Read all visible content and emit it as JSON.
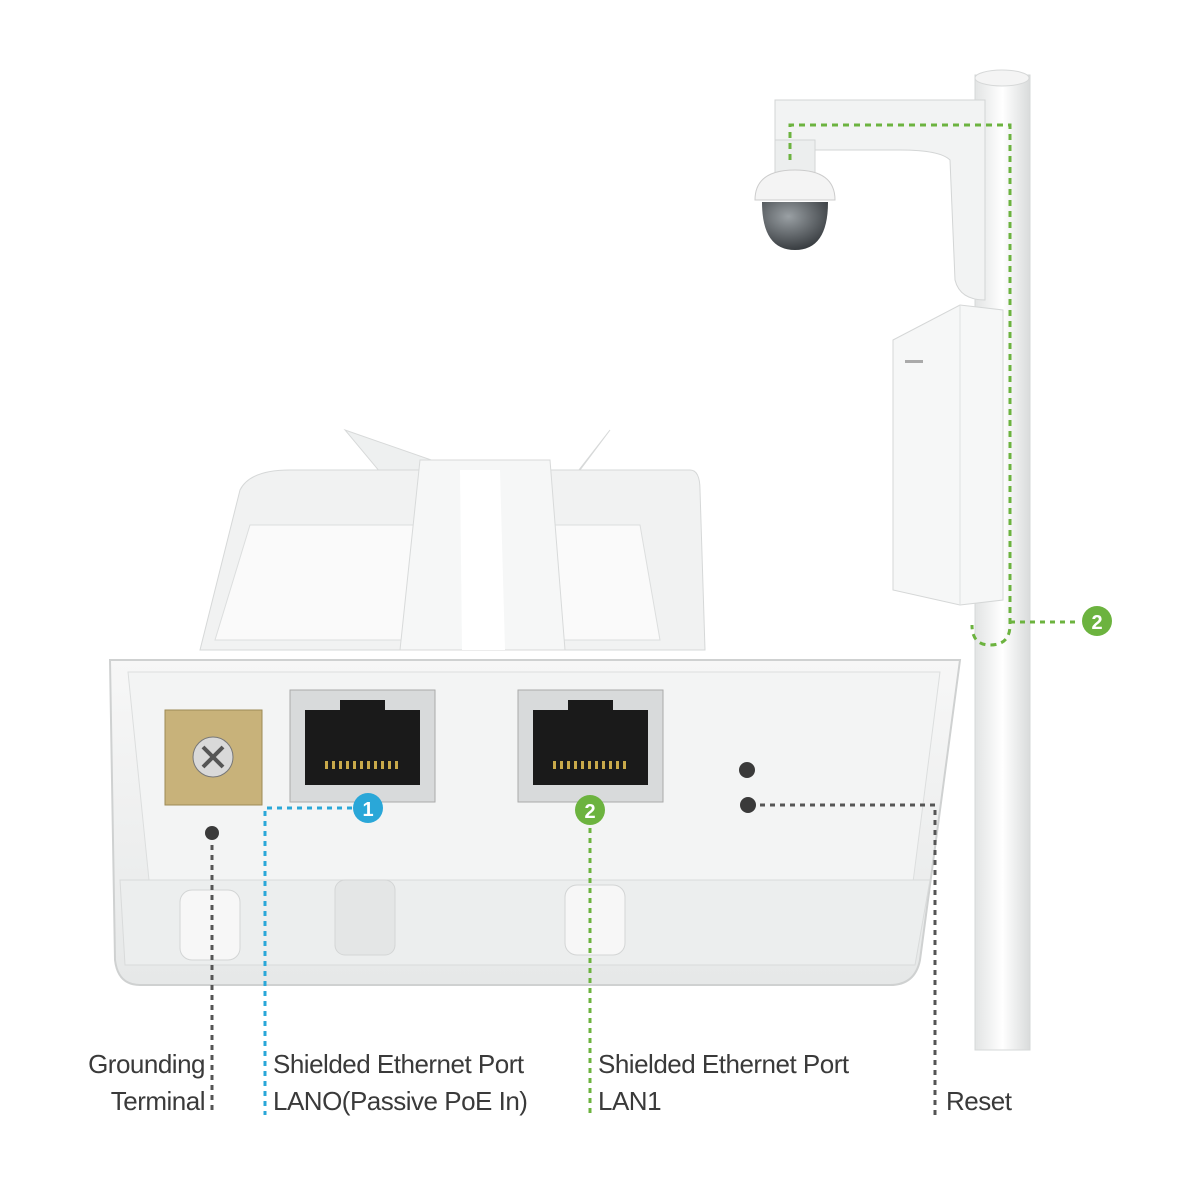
{
  "labels": {
    "grounding_line1": "Grounding",
    "grounding_line2": "Terminal",
    "lan0_line1": "Shielded Ethernet Port",
    "lan0_line2": "LANO(Passive PoE In)",
    "lan1_line1": "Shielded Ethernet Port",
    "lan1_line2": "LAN1",
    "reset": "Reset"
  },
  "badges": {
    "lan0": "1",
    "lan1": "2",
    "pole": "2"
  },
  "colors": {
    "badge_1": "#2aa7d8",
    "badge_2": "#6cb33f",
    "leader_gray": "#555555",
    "device_white": "#f3f4f4"
  }
}
